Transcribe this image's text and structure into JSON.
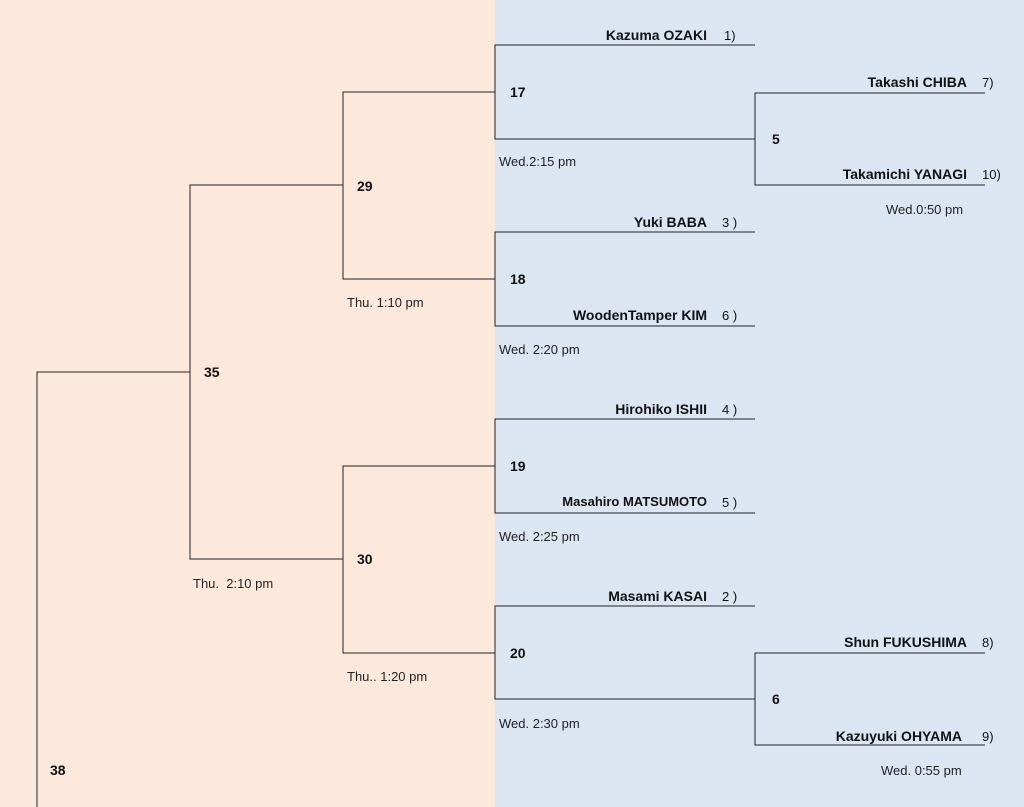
{
  "players": [
    {
      "name": "Kazuma OZAKI",
      "seed": "1)"
    },
    {
      "name": "Takashi CHIBA",
      "seed": "7)"
    },
    {
      "name": "Takamichi YANAGI",
      "seed": "10)"
    },
    {
      "name": "Yuki BABA",
      "seed": "3 )"
    },
    {
      "name": "WoodenTamper KIM",
      "seed": "6 )"
    },
    {
      "name": "Hirohiko ISHII",
      "seed": "4 )"
    },
    {
      "name": "Masahiro MATSUMOTO",
      "seed": "5 )"
    },
    {
      "name": "Masami KASAI",
      "seed": "2 )"
    },
    {
      "name": "Shun FUKUSHIMA",
      "seed": "8)"
    },
    {
      "name": "Kazuyuki OHYAMA",
      "seed": "9)"
    }
  ],
  "matches": [
    {
      "number": "5",
      "time": "Wed.0:50 pm"
    },
    {
      "number": "6",
      "time": "Wed. 0:55 pm"
    },
    {
      "number": "17",
      "time": "Wed.2:15 pm"
    },
    {
      "number": "18",
      "time": "Wed. 2:20 pm"
    },
    {
      "number": "19",
      "time": "Wed. 2:25 pm"
    },
    {
      "number": "20",
      "time": "Wed. 2:30 pm"
    },
    {
      "number": "29",
      "time": "Thu. 1:10 pm"
    },
    {
      "number": "30",
      "time": "Thu.. 1:20 pm"
    },
    {
      "number": "35",
      "time": "Thu.  2:10 pm"
    },
    {
      "number": "38",
      "time": ""
    }
  ]
}
